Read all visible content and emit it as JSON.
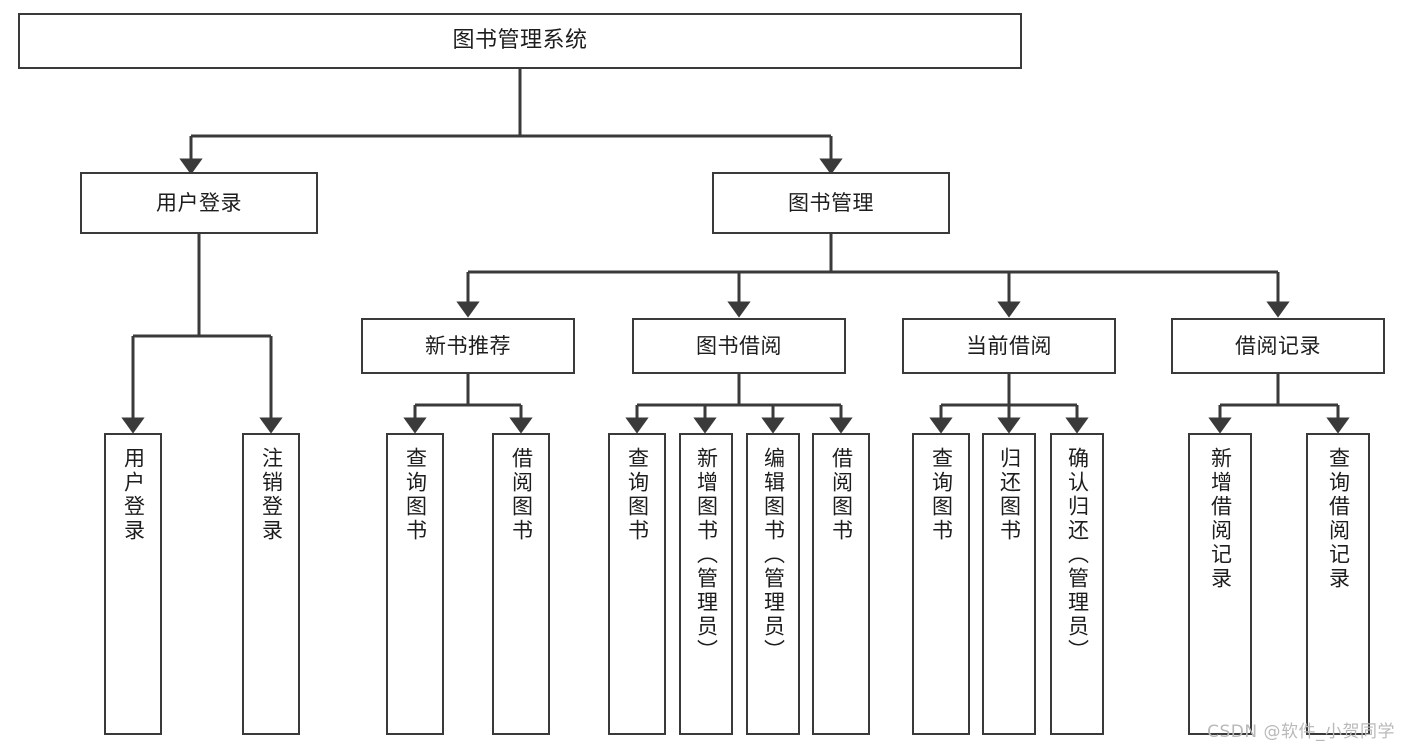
{
  "diagram": {
    "title": "图书管理系统",
    "watermark": "CSDN @软件_小贺同学",
    "colors": {
      "stroke": "#3a3a3a",
      "fill": "#ffffff",
      "text": "#1d1d1d",
      "watermark": "#b9b9b9"
    },
    "nodes": {
      "root": {
        "label": "图书管理系统"
      },
      "level2": [
        {
          "label": "用户登录"
        },
        {
          "label": "图书管理"
        }
      ],
      "level3": [
        {
          "label": "新书推荐"
        },
        {
          "label": "图书借阅"
        },
        {
          "label": "当前借阅"
        },
        {
          "label": "借阅记录"
        }
      ],
      "leaves": {
        "user_login": [
          {
            "label": "用户登录"
          },
          {
            "label": "注销登录"
          }
        ],
        "new_book_recommend": [
          {
            "label": "查询图书"
          },
          {
            "label": "借阅图书"
          }
        ],
        "book_borrow": [
          {
            "label": "查询图书"
          },
          {
            "label": "新增图书（管理员）"
          },
          {
            "label": "编辑图书（管理员）"
          },
          {
            "label": "借阅图书"
          }
        ],
        "current_borrow": [
          {
            "label": "查询图书"
          },
          {
            "label": "归还图书"
          },
          {
            "label": "确认归还（管理员）"
          }
        ],
        "borrow_record": [
          {
            "label": "新增借阅记录"
          },
          {
            "label": "查询借阅记录"
          }
        ]
      }
    }
  }
}
